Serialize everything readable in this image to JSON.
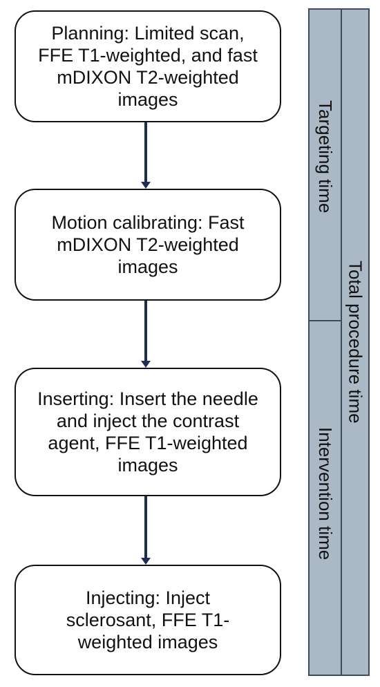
{
  "steps": [
    {
      "text": "Planning: Limited scan, FFE T1-weighted, and fast mDIXON T2-weighted images"
    },
    {
      "text": "Motion calibrating: Fast mDIXON T2-weighted images"
    },
    {
      "text": "Inserting: Insert the needle and inject the contrast agent, FFE T1-weighted images"
    },
    {
      "text": "Injecting: Inject sclerosant, FFE T1-weighted images"
    }
  ],
  "timeline": {
    "targeting_label": "Targeting time",
    "intervention_label": "Intervention time",
    "total_label": "Total procedure time"
  },
  "colors": {
    "arrow": "#1c2f52",
    "timeline_fill": "#abb8c6",
    "timeline_border": "#3e4b5f",
    "box_border": "#111111"
  }
}
